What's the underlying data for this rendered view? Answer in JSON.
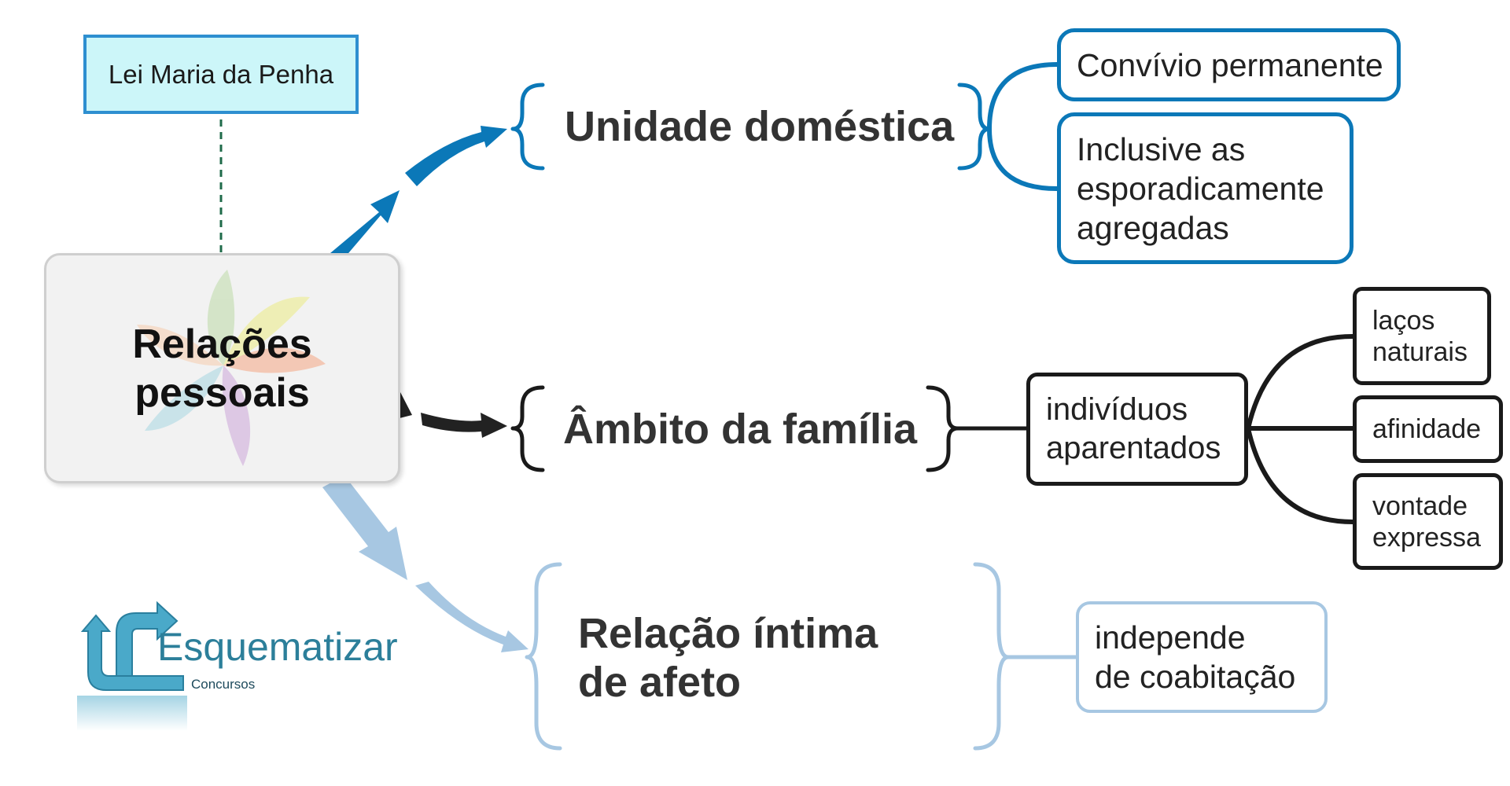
{
  "source": {
    "label": "Lei Maria da Penha"
  },
  "central": {
    "label": "Relações\npessoais"
  },
  "branches": [
    {
      "title": "Unidade doméstica",
      "color": "#0b78b8",
      "details": [
        "Convívio permanente",
        "Inclusive as\nesporadicamente\nagregadas"
      ]
    },
    {
      "title": "Âmbito da família",
      "color": "#1a1a1a",
      "details": [
        "indivíduos\naparentados"
      ],
      "sub_details": [
        "laços\nnaturais",
        "afinidade",
        "vontade\nexpressa"
      ]
    },
    {
      "title": "Relação íntima\nde afeto",
      "color": "#a7c7e2",
      "details": [
        "independe\nde coabitação"
      ]
    }
  ],
  "logo": {
    "name": "Esquematizar",
    "sub": "Concursos",
    "icon": "arrows-logo-icon"
  }
}
